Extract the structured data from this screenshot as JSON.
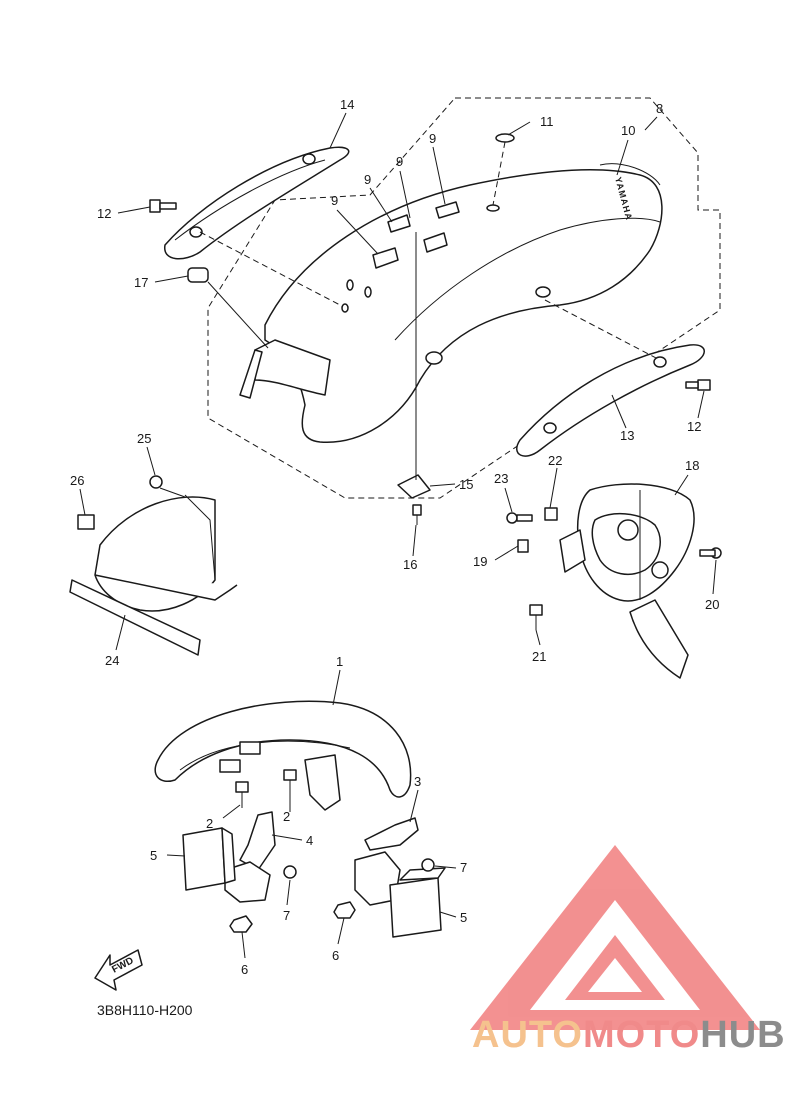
{
  "diagram_code": "3B8H110-H200",
  "fwd_label": "FWD",
  "watermark": {
    "part1": "AUTO",
    "part2": "MOTO",
    "part3": "HUB",
    "color_auto": "#F5C28E",
    "color_moto": "#F08A8A",
    "color_hub": "#8C8C8C",
    "logo_color": "#F28B8B"
  },
  "callouts": {
    "c1": "1",
    "c2a": "2",
    "c2b": "2",
    "c3": "3",
    "c4": "4",
    "c5a": "5",
    "c5b": "5",
    "c6a": "6",
    "c6b": "6",
    "c7a": "7",
    "c7b": "7",
    "c8": "8",
    "c9a": "9",
    "c9b": "9",
    "c9c": "9",
    "c9d": "9",
    "c10": "10",
    "c11": "11",
    "c12a": "12",
    "c12b": "12",
    "c13": "13",
    "c14": "14",
    "c15": "15",
    "c16": "16",
    "c17": "17",
    "c18": "18",
    "c19": "19",
    "c20": "20",
    "c21": "21",
    "c22": "22",
    "c23": "23",
    "c24": "24",
    "c25": "25",
    "c26": "26"
  }
}
